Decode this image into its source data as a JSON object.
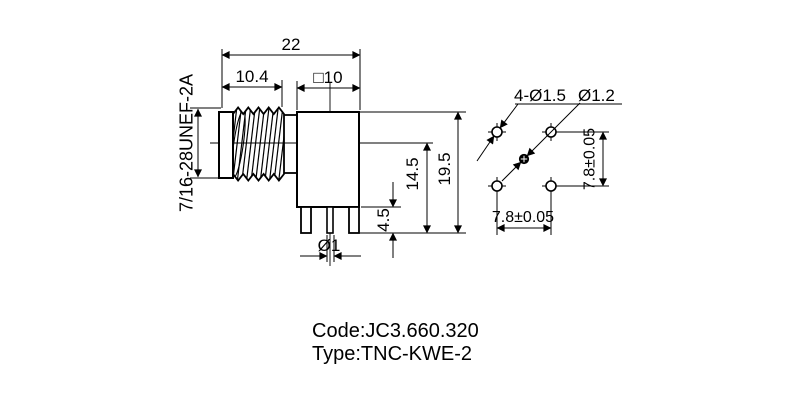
{
  "side_view": {
    "labels": {
      "total_length": "22",
      "thread_length": "10.4",
      "body_square": "□10",
      "thread_spec": "7/16-28UNEF-2A",
      "pin_length": "4.5",
      "axis_height": "14.5",
      "total_height": "19.5",
      "pin_diameter": "Ø1"
    }
  },
  "hole_pattern_view": {
    "labels": {
      "corner_holes": "4-Ø1.5",
      "center_hole": "Ø1.2",
      "vertical_pitch": "7.8±0.05",
      "horizontal_pitch": "7.8±0.05"
    }
  },
  "footer": {
    "code": "Code:JC3.660.320",
    "type": "Type:TNC-KWE-2"
  },
  "colors": {
    "line": "#000000",
    "background": "#ffffff"
  }
}
